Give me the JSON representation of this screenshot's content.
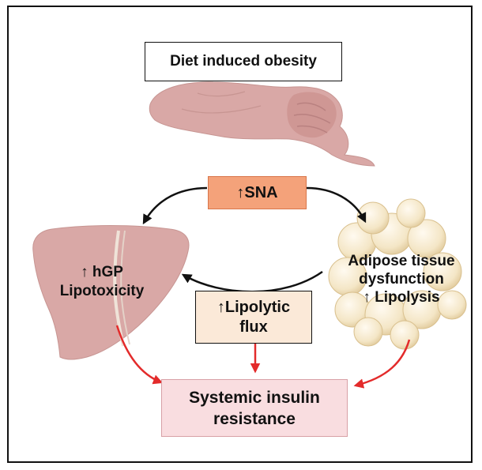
{
  "title_box": "Diet induced obesity",
  "sna_box": "↑SNA",
  "liver_text": {
    "line1": "↑ hGP",
    "line2": "Lipotoxicity"
  },
  "adipose_text": {
    "line1": "Adipose tissue",
    "line2": "dysfunction",
    "line3": "↑ Lipolysis"
  },
  "lipolytic_box": {
    "line1": "↑Lipolytic",
    "line2": "flux"
  },
  "outcome_box": {
    "line1": "Systemic insulin",
    "line2": "resistance"
  },
  "colors": {
    "sna_fill": "#f4a27a",
    "sna_border": "#d9764a",
    "lipolytic_fill": "#fbe9d8",
    "outcome_fill": "#f9dde0",
    "outcome_border": "#d8a0a6",
    "organ_pink": "#d9a8a6",
    "fat_yellow": "#f6ead0",
    "red_arrow": "#e32b2b"
  },
  "icons": [
    "brain-icon",
    "liver-icon",
    "adipose-cells-icon"
  ]
}
